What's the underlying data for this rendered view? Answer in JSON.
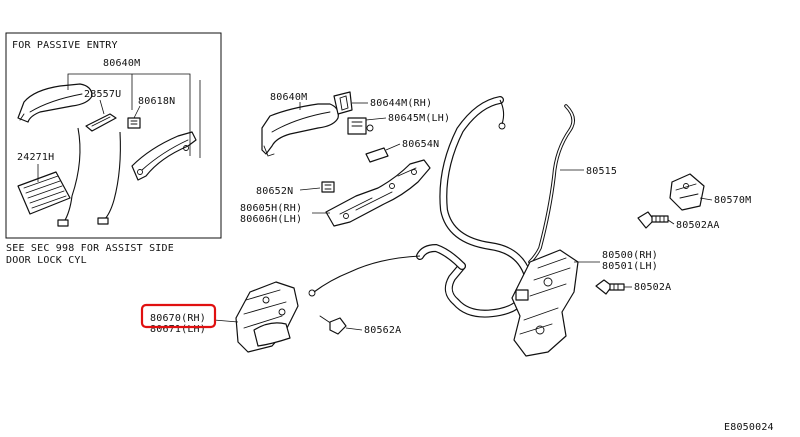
{
  "inset": {
    "title": "FOR PASSIVE ENTRY",
    "parts": {
      "p80640m": "80640M",
      "p28557u": "28557U",
      "p80618n": "80618N",
      "p24271h": "24271H"
    }
  },
  "note": {
    "line1": "SEE SEC 998 FOR ASSIST SIDE",
    "line2": "DOOR LOCK CYL"
  },
  "parts": {
    "p80640m": "80640M",
    "p80644m": "80644M(RH)",
    "p80645m": "80645M(LH)",
    "p80654n": "80654N",
    "p80652n": "80652N",
    "p80605h": "80605H(RH)",
    "p80606h": "80606H(LH)",
    "p80515": "80515",
    "p80570m": "80570M",
    "p80502aa": "80502AA",
    "p80500": "80500(RH)",
    "p80501": "80501(LH)",
    "p80502a": "80502A",
    "p80670": "80670(RH)",
    "p80671": "80671(LH)",
    "p80562a": "80562A"
  },
  "diagram_code": "E8050024",
  "highlight_color": "#e01010",
  "line_color": "#111111"
}
